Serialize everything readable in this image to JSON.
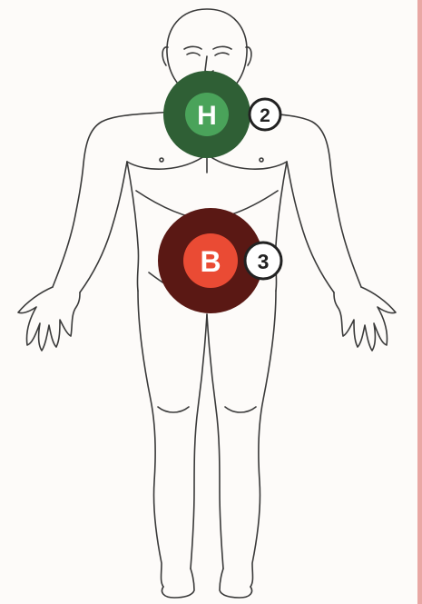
{
  "markers": [
    {
      "letter": "H",
      "count": "2",
      "outer_color": "#2f5f35",
      "inner_color": "#4aa35a"
    },
    {
      "letter": "B",
      "count": "3",
      "outer_color": "#5a1814",
      "inner_color": "#ea4b34"
    }
  ],
  "colors": {
    "background": "#fdfbf9",
    "outline": "#3a3a3a",
    "badge_fill": "#ffffff",
    "badge_stroke": "#222222",
    "edge_tint": "#e9a7a4"
  }
}
